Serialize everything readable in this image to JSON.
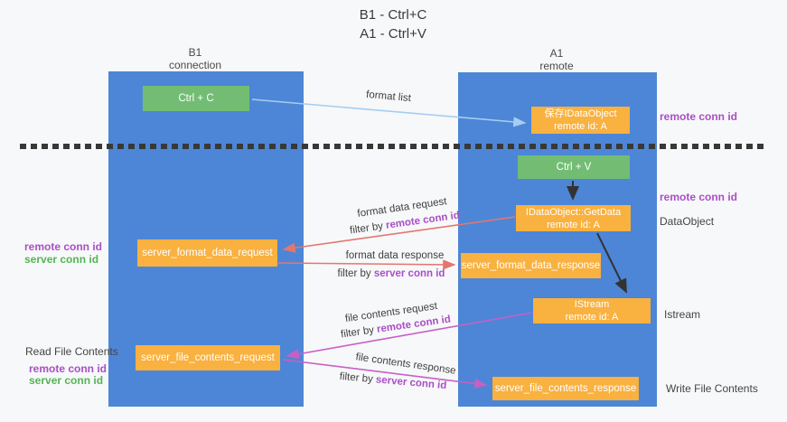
{
  "title": {
    "line1": "B1 - Ctrl+C",
    "line2": "A1 - Ctrl+V"
  },
  "columns": {
    "left": {
      "name": "B1",
      "role": "connection"
    },
    "right": {
      "name": "A1",
      "role": "remote"
    }
  },
  "boxes": {
    "ctrl_c": "Ctrl + C",
    "ctrl_v": "Ctrl + V",
    "save_dataobject_line1": "保存IDataObject",
    "save_dataobject_line2": "remote id: A",
    "getdata_line1": "IDataObject::GetData",
    "getdata_line2": "remote id: A",
    "istream_line1": "IStream",
    "istream_line2": "remote id: A",
    "format_request": "server_format_data_request",
    "format_response": "server_format_data_response",
    "file_request": "server_file_contents_request",
    "file_response": "server_file_contents_response"
  },
  "flow_labels": {
    "format_list": "format list",
    "format_request": "format data request",
    "format_response": "format data response",
    "file_request": "file contents request",
    "file_response": "file contents response",
    "filter_prefix": "filter by ",
    "remote_conn_id": "remote conn id",
    "server_conn_id": "server conn id"
  },
  "side_labels": {
    "remote_conn_id": "remote conn id",
    "server_conn_id": "server conn id",
    "dataobject": "DataObject",
    "istream": "Istream",
    "read_file_contents": "Read File Contents",
    "write_file_contents": "Write File Contents"
  },
  "colors": {
    "column_blue": "#4d86d6",
    "box_orange": "#f9b13f",
    "box_green": "#72bd73",
    "arrow_light_blue": "#a6cdf0",
    "arrow_salmon": "#e4766f",
    "arrow_magenta": "#c75fc7",
    "arrow_black": "#333333",
    "label_purple": "#a94fc6",
    "label_green": "#55b455",
    "text_dark": "#3f3f3f"
  }
}
